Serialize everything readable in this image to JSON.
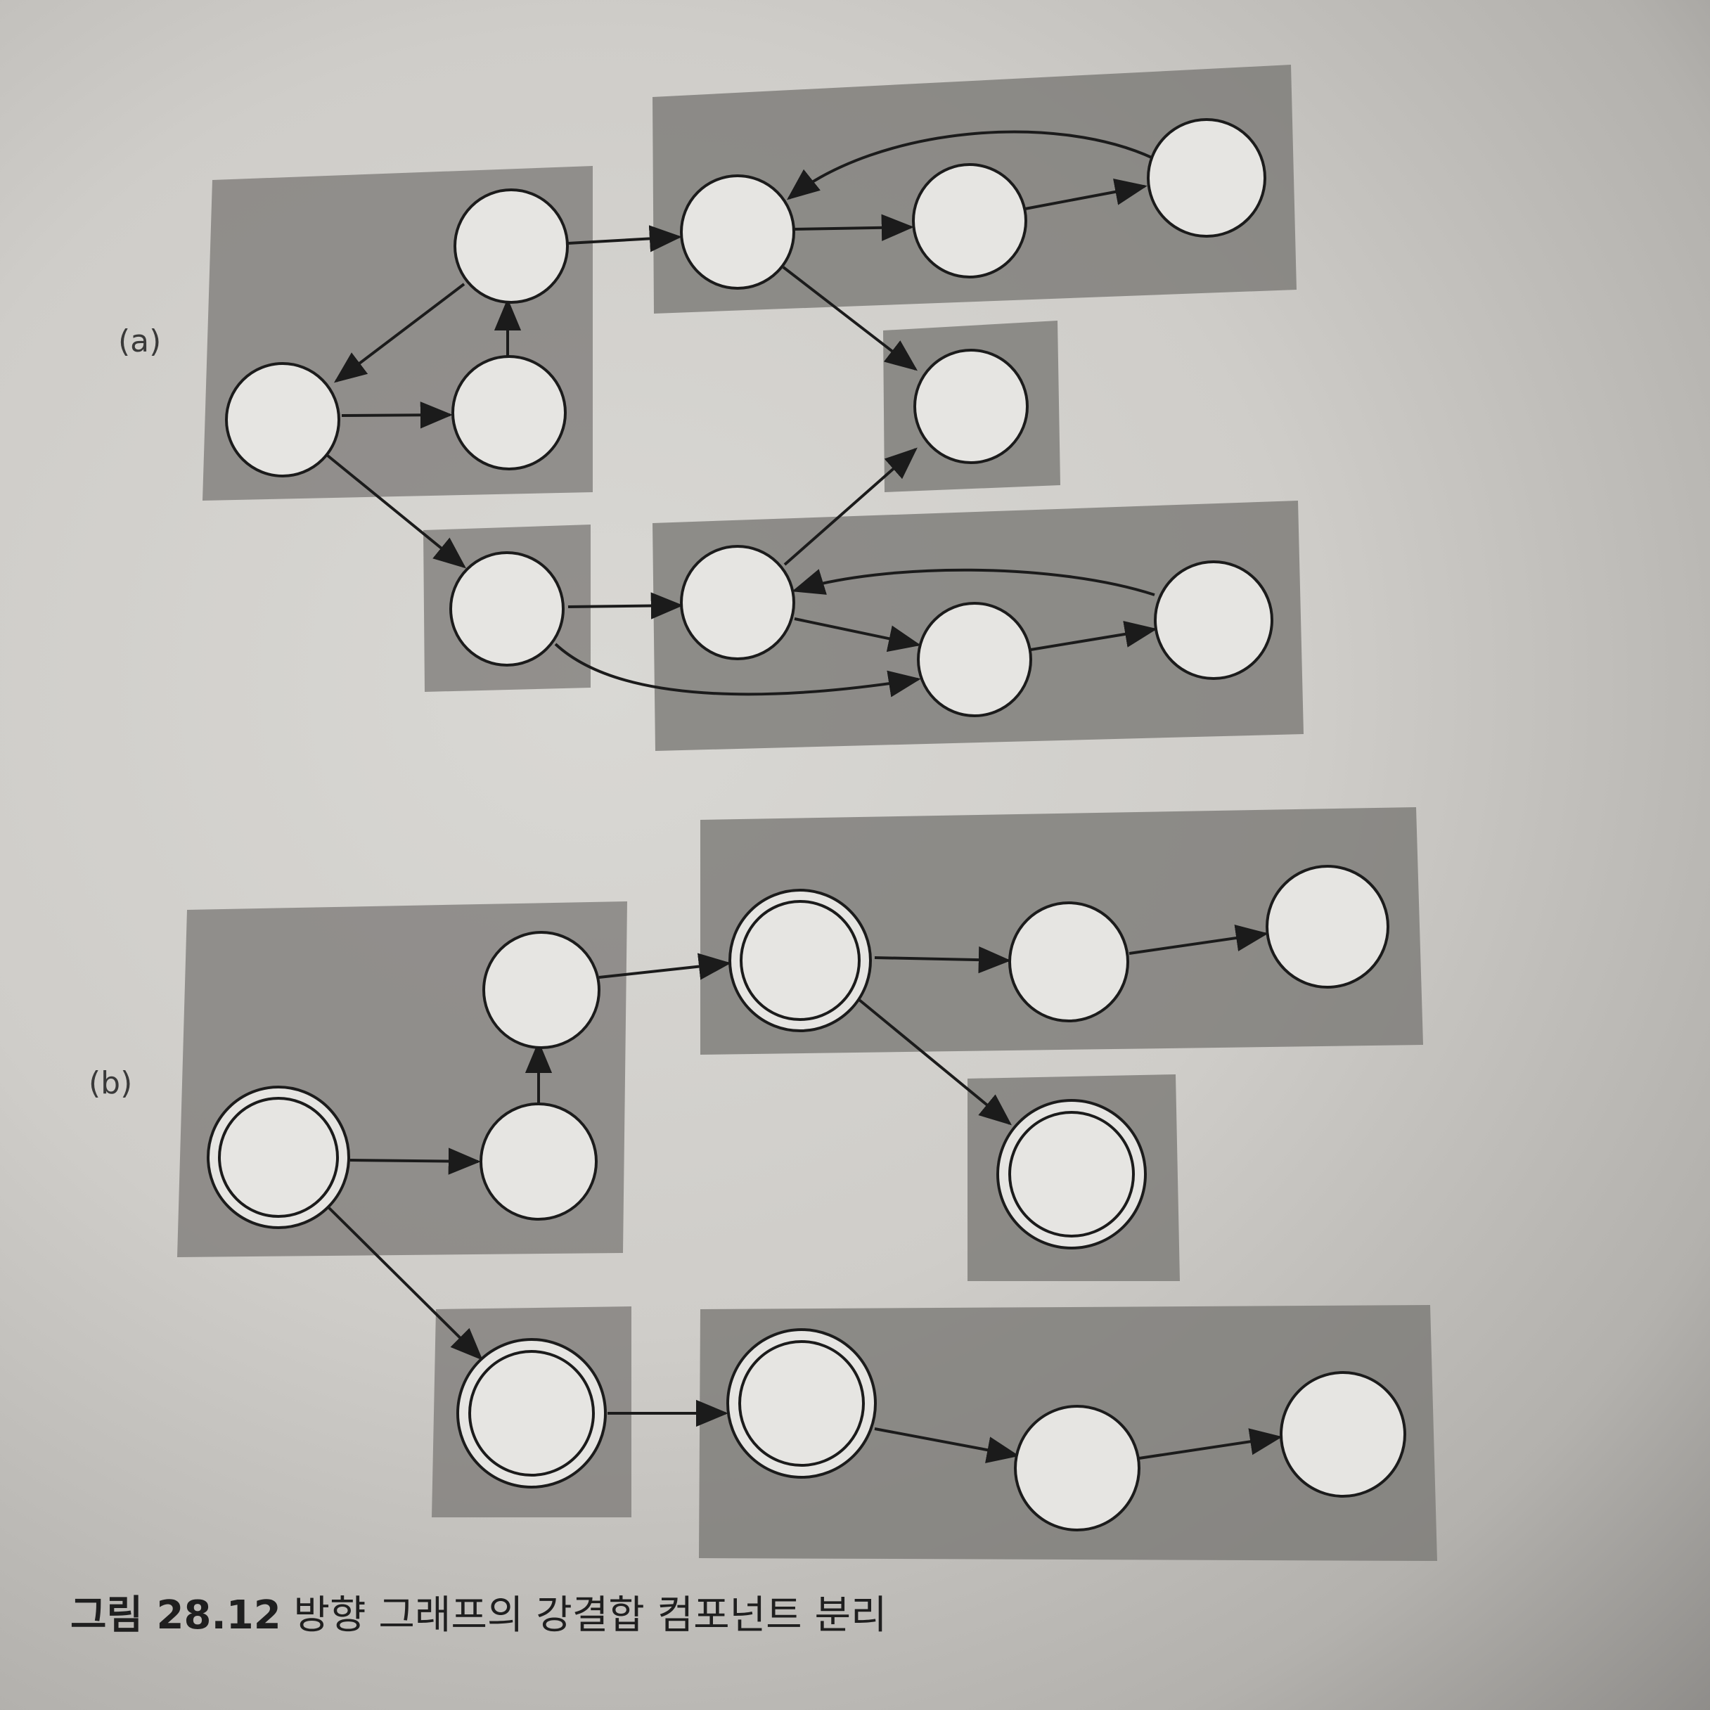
{
  "parts": [
    {
      "label": "(a)"
    },
    {
      "label": "(b)"
    }
  ],
  "caption": {
    "prefix": "그림 28.12",
    "text": "방향 그래프의 강결합 컴포넌트 분리"
  },
  "colors": {
    "component_fill": "#7d7b78",
    "node_fill": "#e6e5e2",
    "stroke": "#1b1b1b"
  }
}
